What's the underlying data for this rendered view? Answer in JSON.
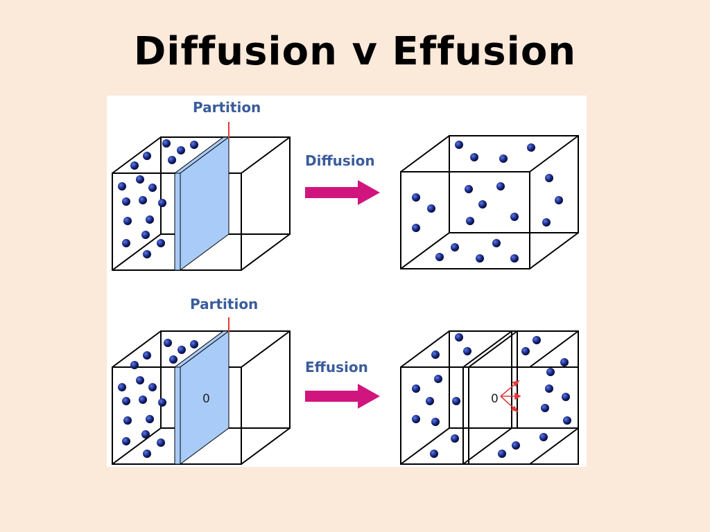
{
  "slide": {
    "title": "Diffusion v Effusion"
  },
  "diagram": {
    "top": {
      "partition_label": "Partition",
      "process_label": "Diffusion"
    },
    "bottom": {
      "partition_label": "Partition",
      "process_label": "Effusion",
      "partition_hole_label": "0",
      "escape_hole_label": "0"
    },
    "colors": {
      "partition_fill": "#A8CBF7",
      "arrow": "#D1157F",
      "molecule": "#0D1A6B",
      "label": "#3A5C9B",
      "red_marker": "#E23B3B"
    }
  }
}
